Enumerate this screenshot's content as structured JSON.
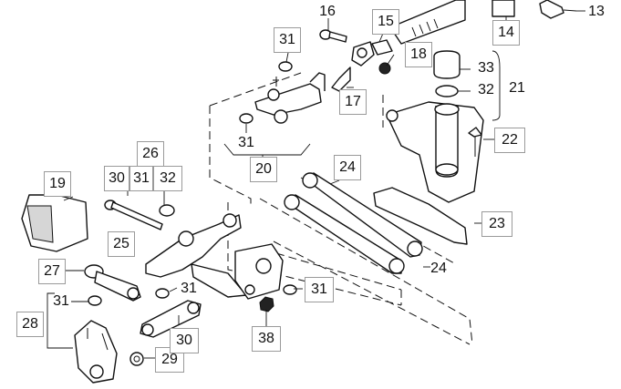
{
  "labels": {
    "l13": "13",
    "l14": "14",
    "l15": "15",
    "l16": "16",
    "l17": "17",
    "l18": "18",
    "l19": "19",
    "l20": "20",
    "l21": "21",
    "l22": "22",
    "l23": "23",
    "l24a": "24",
    "l24b": "24",
    "l25": "25",
    "l26": "26",
    "l27": "27",
    "l28": "28",
    "l29": "29",
    "l30a": "30",
    "l30b": "30",
    "l31a": "31",
    "l31b": "31",
    "l31c": "31",
    "l31d": "31",
    "l31e": "31",
    "l31f": "31",
    "l32a": "32",
    "l32b": "32",
    "l33": "33",
    "l38": "38"
  }
}
